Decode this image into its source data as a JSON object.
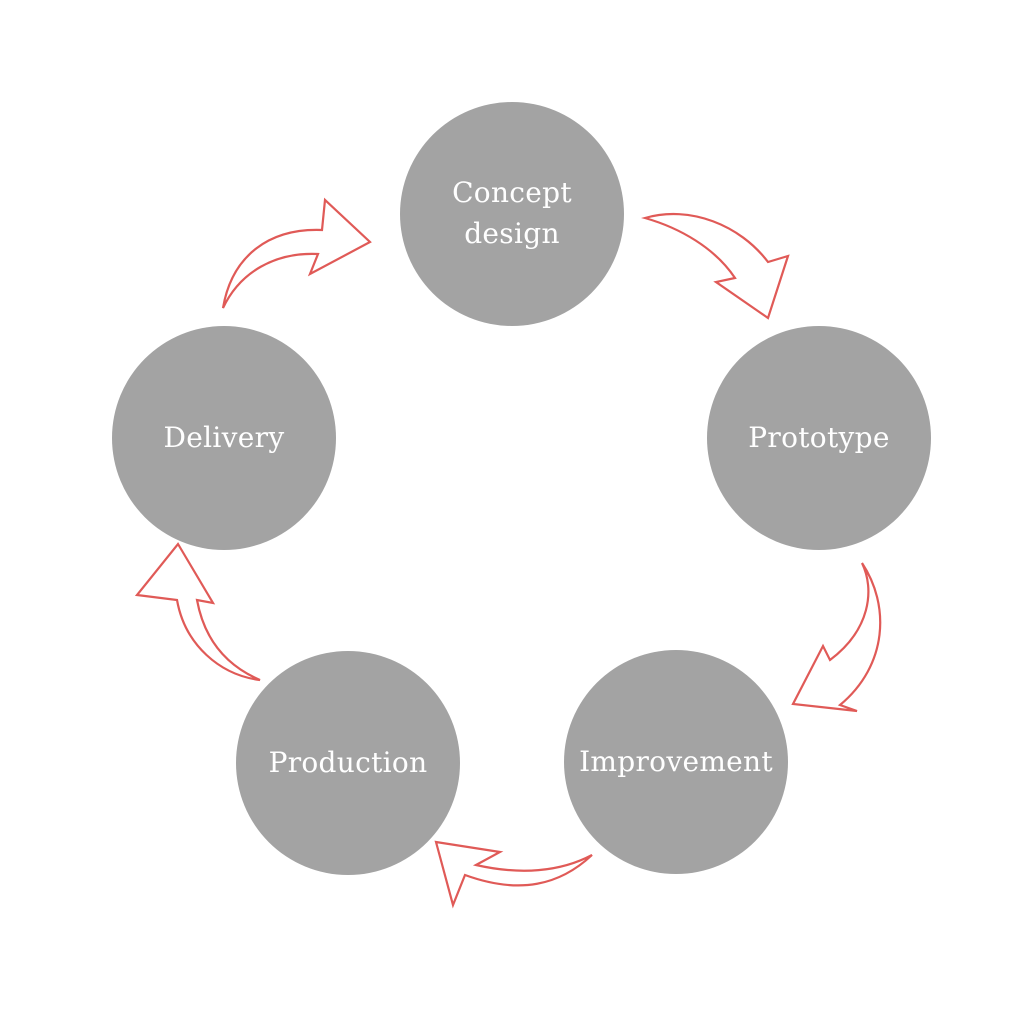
{
  "diagram": {
    "nodes": [
      {
        "id": "concept",
        "lines": [
          "Concept",
          "design"
        ]
      },
      {
        "id": "prototype",
        "lines": [
          "Prototype"
        ]
      },
      {
        "id": "improvement",
        "lines": [
          "Improvement"
        ]
      },
      {
        "id": "production",
        "lines": [
          "Production"
        ]
      },
      {
        "id": "delivery",
        "lines": [
          "Delivery"
        ]
      }
    ],
    "arrows": [
      {
        "from": "concept",
        "to": "prototype"
      },
      {
        "from": "prototype",
        "to": "improvement"
      },
      {
        "from": "improvement",
        "to": "production"
      },
      {
        "from": "production",
        "to": "delivery"
      },
      {
        "from": "delivery",
        "to": "concept"
      }
    ]
  },
  "colors": {
    "background": "#ffffff",
    "node_fill": "#a3a3a3",
    "node_text": "#ffffff",
    "arrow_stroke": "#e05a57"
  }
}
